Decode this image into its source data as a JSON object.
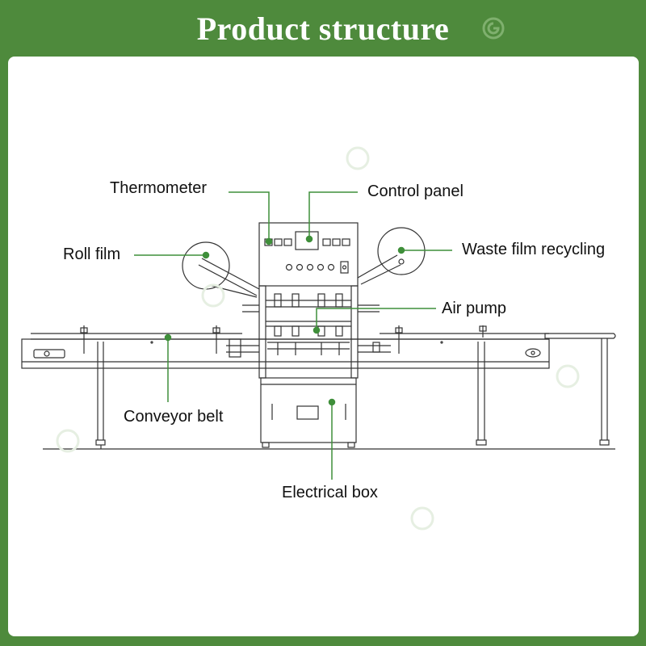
{
  "header": {
    "title": "Product structure"
  },
  "labels": {
    "thermometer": "Thermometer",
    "control_panel": "Control panel",
    "roll_film": "Roll film",
    "waste_film": "Waste film recycling",
    "air_pump": "Air pump",
    "conveyor_belt": "Conveyor belt",
    "electrical_box": "Electrical box"
  },
  "colors": {
    "brand_green": "#4e8a3c",
    "leader_green": "#3f8f3a",
    "line": "#333333"
  },
  "icons": [
    "logo-icon"
  ]
}
